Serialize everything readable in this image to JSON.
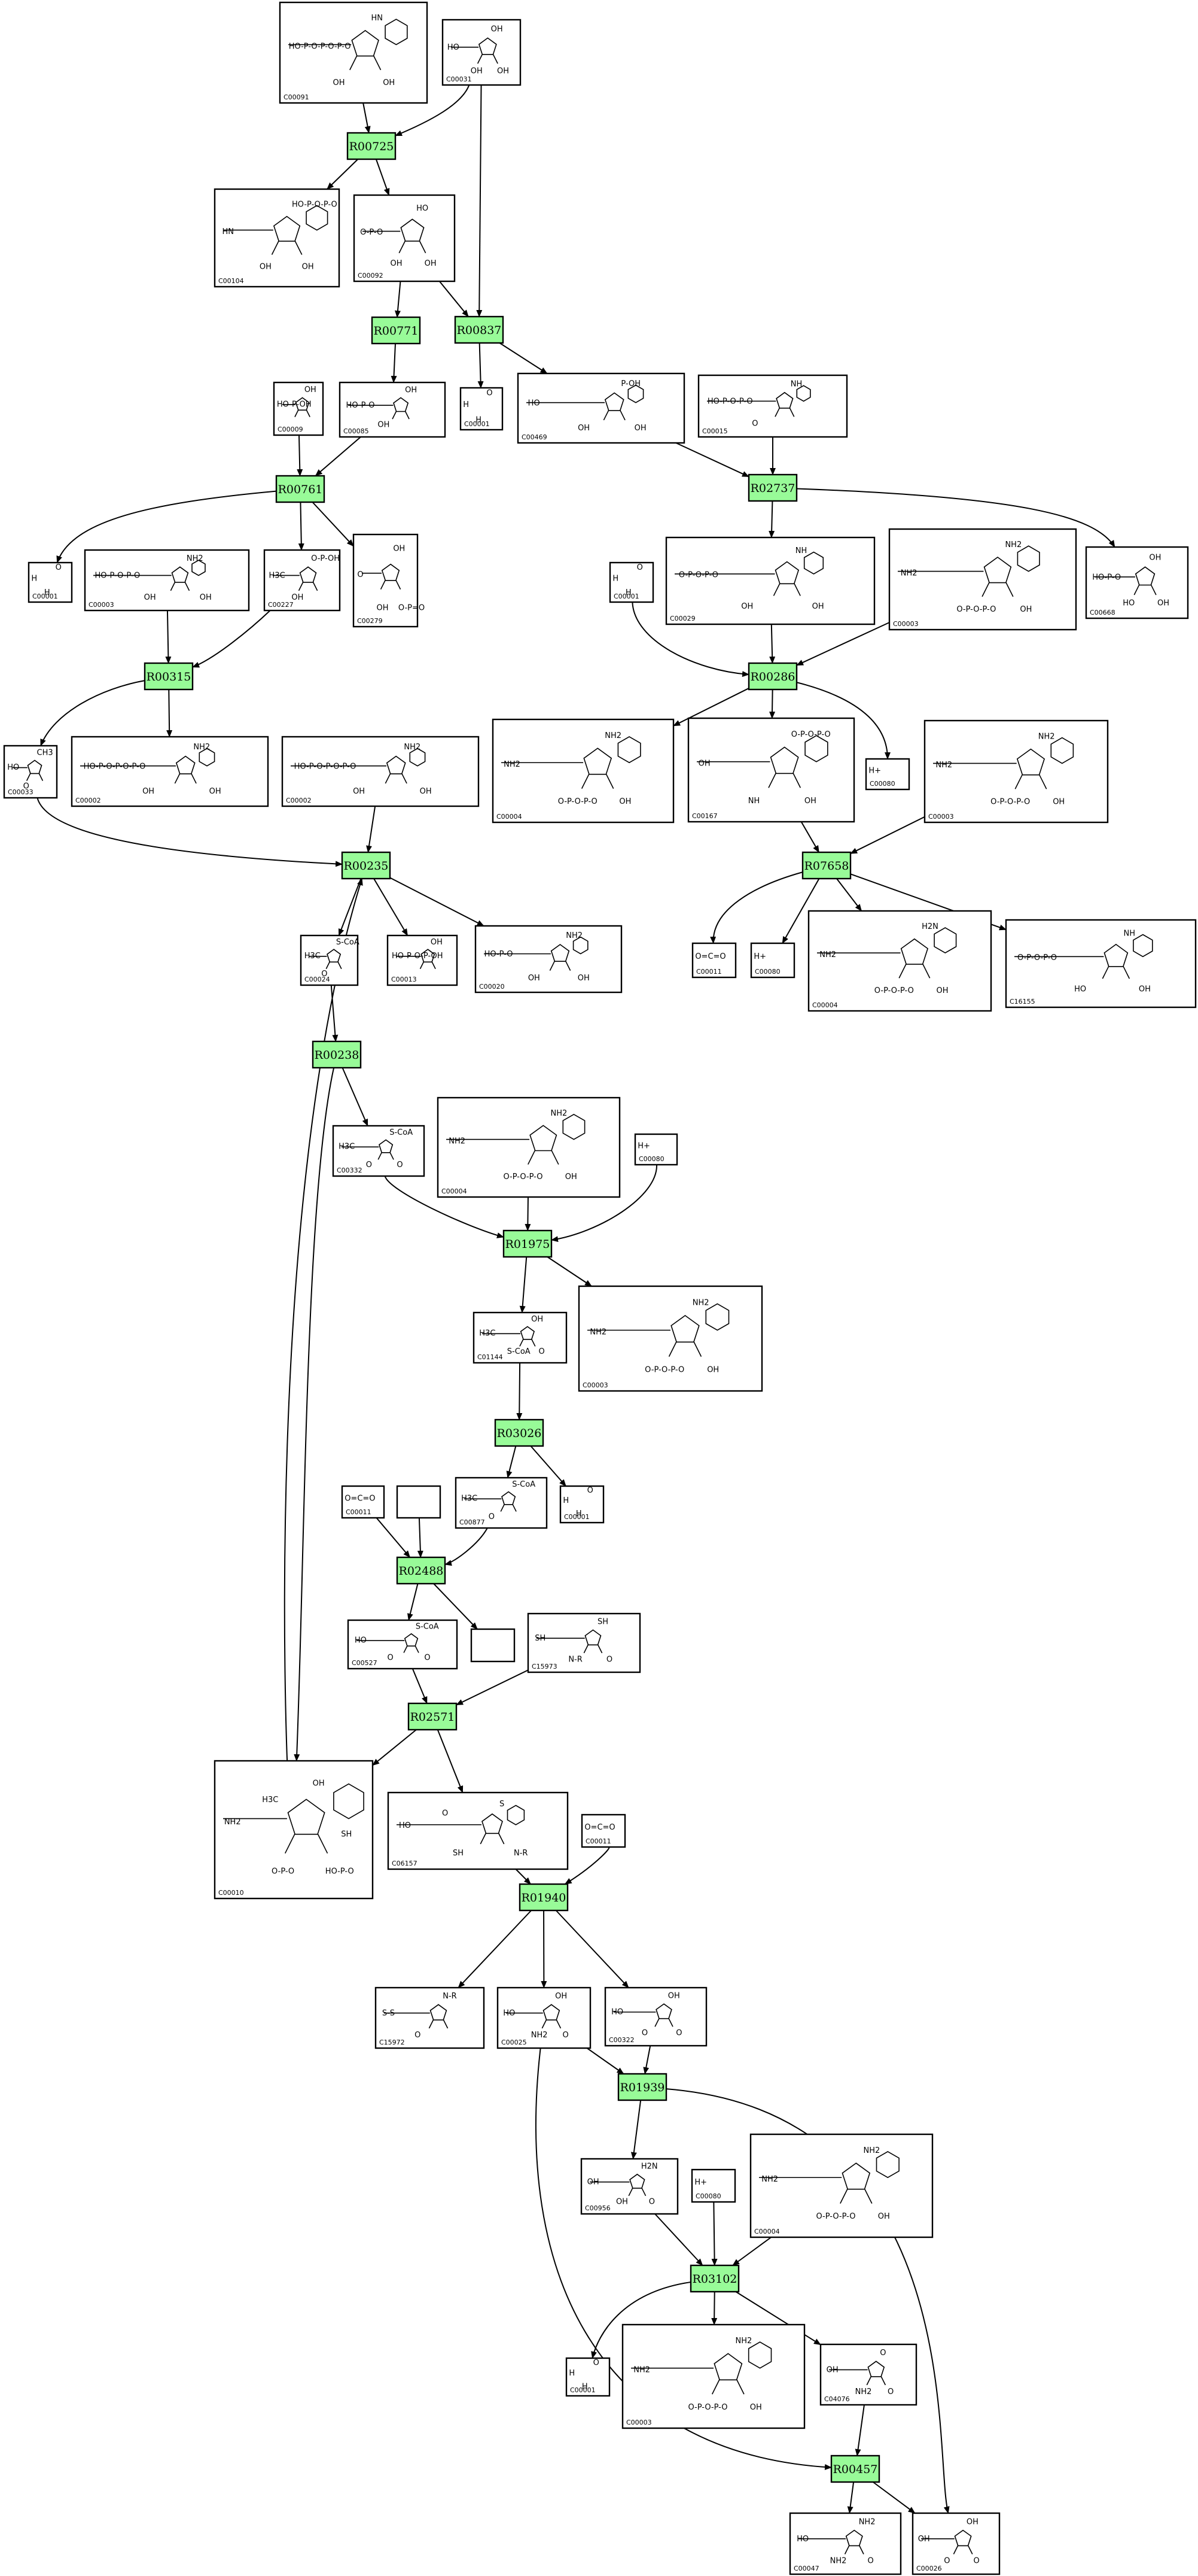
{
  "reactions": [
    {
      "id": "r1",
      "label": "R00725"
    },
    {
      "id": "r2",
      "label": "R00837"
    },
    {
      "id": "r3",
      "label": "R00771"
    },
    {
      "id": "r4",
      "label": "R00761"
    },
    {
      "id": "r5",
      "label": "R02737"
    },
    {
      "id": "r6",
      "label": "R00315"
    },
    {
      "id": "r7",
      "label": "R00286"
    },
    {
      "id": "r8",
      "label": "R00235"
    },
    {
      "id": "r9",
      "label": "R07658"
    },
    {
      "id": "r10",
      "label": "R00238"
    },
    {
      "id": "r11",
      "label": "R01975"
    },
    {
      "id": "r12",
      "label": "R03026"
    },
    {
      "id": "r13",
      "label": "R02488"
    },
    {
      "id": "r14",
      "label": "R02571"
    },
    {
      "id": "r15",
      "label": "R01940"
    },
    {
      "id": "r16",
      "label": "R01939"
    },
    {
      "id": "r17",
      "label": "R03102"
    },
    {
      "id": "r18",
      "label": "R00457"
    }
  ],
  "compounds": [
    {
      "id": "c1",
      "code": "C00091",
      "atoms": [
        "HO-P-O-P-O-P-O",
        "HN",
        "OH",
        "OH"
      ]
    },
    {
      "id": "c2",
      "code": "C00031",
      "atoms": [
        "HO",
        "OH",
        "OH",
        "OH"
      ]
    },
    {
      "id": "c3",
      "code": "C00104",
      "atoms": [
        "HN",
        "HO-P-O-P-O",
        "OH",
        "OH"
      ]
    },
    {
      "id": "c4",
      "code": "C00092",
      "atoms": [
        "O-P-O",
        "HO",
        "OH",
        "OH"
      ]
    },
    {
      "id": "c5",
      "code": "C00009",
      "atoms": [
        "HO-P-OH",
        "OH"
      ]
    },
    {
      "id": "c6",
      "code": "C00085",
      "atoms": [
        "HO-P-O",
        "OH",
        "OH"
      ]
    },
    {
      "id": "c7",
      "code": "C00001",
      "atoms": [
        "H",
        "O",
        "H"
      ]
    },
    {
      "id": "c8",
      "code": "C00469",
      "atoms": [
        "HO",
        "P-OH",
        "OH",
        "OH"
      ]
    },
    {
      "id": "c9",
      "code": "C00015",
      "atoms": [
        "HO-P-O-P-O",
        "NH",
        "O"
      ]
    },
    {
      "id": "c10",
      "code": "C00001",
      "atoms": [
        "H",
        "O",
        "H"
      ]
    },
    {
      "id": "c11",
      "code": "C00003",
      "atoms": [
        "HO-P-O-P-O",
        "NH2",
        "OH",
        "OH"
      ]
    },
    {
      "id": "c12",
      "code": "C00227",
      "atoms": [
        "H3C",
        "O-P-OH",
        "OH"
      ]
    },
    {
      "id": "c13",
      "code": "C00279",
      "atoms": [
        "O",
        "OH",
        "OH",
        "O-P=O"
      ]
    },
    {
      "id": "c14",
      "code": "C00001",
      "atoms": [
        "H",
        "O",
        "H"
      ]
    },
    {
      "id": "c15",
      "code": "C00029",
      "atoms": [
        "O-P-O-P-O",
        "NH",
        "OH",
        "OH"
      ]
    },
    {
      "id": "c16",
      "code": "C00003",
      "atoms": [
        "NH2",
        "NH2",
        "O-P-O-P-O",
        "OH"
      ]
    },
    {
      "id": "c17",
      "code": "C00668",
      "atoms": [
        "HO-P-O",
        "OH",
        "HO",
        "OH"
      ]
    },
    {
      "id": "c18",
      "code": "C00033",
      "atoms": [
        "HO",
        "CH3",
        "O"
      ]
    },
    {
      "id": "c19",
      "code": "C00002",
      "atoms": [
        "HO-P-O-P-O-P-O",
        "NH2",
        "OH",
        "OH"
      ]
    },
    {
      "id": "c20",
      "code": "C00002",
      "atoms": [
        "HO-P-O-P-O-P-O",
        "NH2",
        "OH",
        "OH"
      ]
    },
    {
      "id": "c21",
      "code": "C00004",
      "atoms": [
        "NH2",
        "NH2",
        "O-P-O-P-O",
        "OH"
      ]
    },
    {
      "id": "c22",
      "code": "C00167",
      "atoms": [
        "OH",
        "O-P-O-P-O",
        "NH",
        "OH"
      ]
    },
    {
      "id": "c23",
      "code": "C00080",
      "atoms": [
        "H+"
      ]
    },
    {
      "id": "c24",
      "code": "C00003",
      "atoms": [
        "NH2",
        "NH2",
        "O-P-O-P-O",
        "OH"
      ]
    },
    {
      "id": "c25",
      "code": "C00024",
      "atoms": [
        "H3C",
        "S-CoA",
        "O"
      ]
    },
    {
      "id": "c26",
      "code": "C00013",
      "atoms": [
        "HO-P-O-P-OH",
        "OH"
      ]
    },
    {
      "id": "c27",
      "code": "C00020",
      "atoms": [
        "HO-P-O",
        "NH2",
        "OH",
        "OH"
      ]
    },
    {
      "id": "c28",
      "code": "C00011",
      "atoms": [
        "O=C=O"
      ]
    },
    {
      "id": "c29",
      "code": "C00080",
      "atoms": [
        "H+"
      ]
    },
    {
      "id": "c30",
      "code": "C00004",
      "atoms": [
        "NH2",
        "H2N",
        "O-P-O-P-O",
        "OH"
      ]
    },
    {
      "id": "c31",
      "code": "C16155",
      "atoms": [
        "O-P-O-P-O",
        "NH",
        "HO",
        "OH"
      ]
    },
    {
      "id": "c32",
      "code": "C00332",
      "atoms": [
        "H3C",
        "S-CoA",
        "O",
        "O"
      ]
    },
    {
      "id": "c33",
      "code": "C00004",
      "atoms": [
        "NH2",
        "NH2",
        "O-P-O-P-O",
        "OH"
      ]
    },
    {
      "id": "c34",
      "code": "C00080",
      "atoms": [
        "H+"
      ]
    },
    {
      "id": "c35",
      "code": "C01144",
      "atoms": [
        "H3C",
        "OH",
        "S-CoA",
        "O"
      ]
    },
    {
      "id": "c36",
      "code": "C00003",
      "atoms": [
        "NH2",
        "NH2",
        "O-P-O-P-O",
        "OH"
      ]
    },
    {
      "id": "c37",
      "code": "C00011",
      "atoms": [
        "O=C=O"
      ]
    },
    {
      "id": "c38",
      "code": "",
      "atoms": []
    },
    {
      "id": "c39",
      "code": "C00877",
      "atoms": [
        "H3C",
        "S-CoA",
        "O"
      ]
    },
    {
      "id": "c40",
      "code": "C00001",
      "atoms": [
        "H",
        "O",
        "H"
      ]
    },
    {
      "id": "c41",
      "code": "C00527",
      "atoms": [
        "HO",
        "S-CoA",
        "O",
        "O"
      ]
    },
    {
      "id": "c42",
      "code": "",
      "atoms": []
    },
    {
      "id": "c43",
      "code": "C15973",
      "atoms": [
        "SH",
        "SH",
        "N-R",
        "O"
      ]
    },
    {
      "id": "c44",
      "code": "C00010",
      "atoms": [
        "NH2",
        "OH",
        "O-P-O",
        "HO-P-O",
        "H3C",
        "SH"
      ]
    },
    {
      "id": "c45",
      "code": "C06157",
      "atoms": [
        "HO",
        "S",
        "SH",
        "N-R",
        "O"
      ]
    },
    {
      "id": "c46",
      "code": "C00011",
      "atoms": [
        "O=C=O"
      ]
    },
    {
      "id": "c47",
      "code": "C15972",
      "atoms": [
        "S-S",
        "N-R",
        "O"
      ]
    },
    {
      "id": "c48",
      "code": "C00025",
      "atoms": [
        "HO",
        "OH",
        "NH2",
        "O"
      ]
    },
    {
      "id": "c49",
      "code": "C00322",
      "atoms": [
        "HO",
        "OH",
        "O",
        "O"
      ]
    },
    {
      "id": "c50",
      "code": "C00956",
      "atoms": [
        "OH",
        "H2N",
        "OH",
        "O"
      ]
    },
    {
      "id": "c51",
      "code": "C00080",
      "atoms": [
        "H+"
      ]
    },
    {
      "id": "c52",
      "code": "C00004",
      "atoms": [
        "NH2",
        "NH2",
        "O-P-O-P-O",
        "OH"
      ]
    },
    {
      "id": "c53",
      "code": "C00001",
      "atoms": [
        "H",
        "O",
        "H"
      ]
    },
    {
      "id": "c54",
      "code": "C00003",
      "atoms": [
        "NH2",
        "NH2",
        "O-P-O-P-O",
        "OH"
      ]
    },
    {
      "id": "c55",
      "code": "C04076",
      "atoms": [
        "OH",
        "O",
        "NH2",
        "O"
      ]
    },
    {
      "id": "c56",
      "code": "C00047",
      "atoms": [
        "HO",
        "NH2",
        "NH2",
        "O"
      ]
    },
    {
      "id": "c57",
      "code": "C00026",
      "atoms": [
        "OH",
        "OH",
        "O",
        "O"
      ]
    }
  ]
}
